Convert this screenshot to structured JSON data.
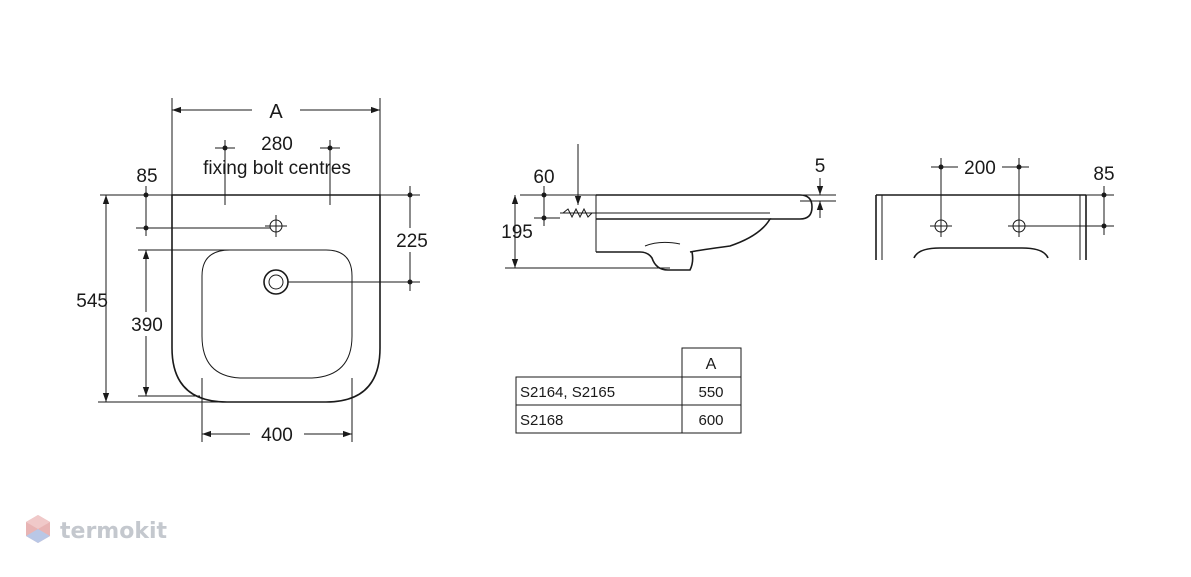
{
  "front_view": {
    "width_label": "A",
    "bolt_centres_value": "280",
    "bolt_centres_text": "fixing bolt centres",
    "edge_to_bolt": "85",
    "total_height": "545",
    "bowl_height": "390",
    "bolt_to_waste": "225",
    "bowl_width": "400"
  },
  "side_view": {
    "bolt_offset": "60",
    "height": "195",
    "rim_thickness": "5"
  },
  "rear_view": {
    "bolt_spacing": "200",
    "bolt_height": "85"
  },
  "table": {
    "header": "A",
    "rows": [
      {
        "model": "S2164, S2165",
        "value": "550"
      },
      {
        "model": "S2168",
        "value": "600"
      }
    ]
  },
  "brand": {
    "name": "termokit"
  }
}
